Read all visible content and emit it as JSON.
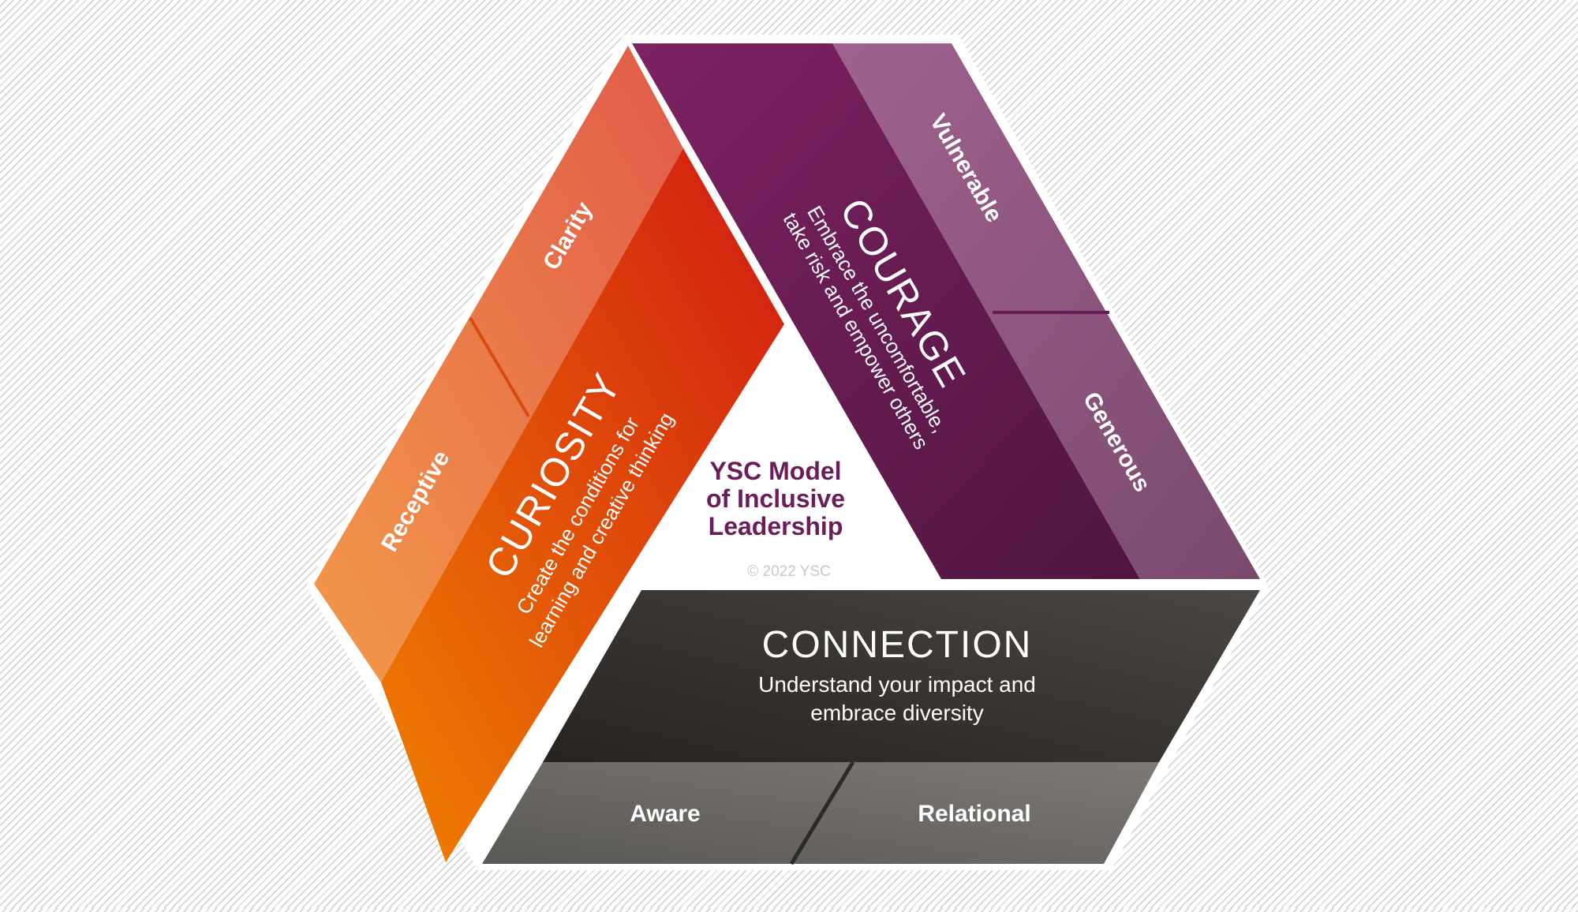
{
  "model": {
    "title_lines": [
      "YSC Model",
      "of Inclusive",
      "Leadership"
    ],
    "copyright": "© 2022 YSC",
    "title_color": "#6b1d5a"
  },
  "curiosity": {
    "title": "CURIOSITY",
    "desc_lines": [
      "Create the conditions for",
      "learning and creative thinking"
    ],
    "sub": [
      "Clarity",
      "Receptive"
    ],
    "colors": {
      "light": "#ec7a3c",
      "dark": "#e2491a"
    }
  },
  "courage": {
    "title": "COURAGE",
    "desc_lines": [
      "Embrace the uncomfortable,",
      "take risk and empower others"
    ],
    "sub": [
      "Vulnerable",
      "Generous"
    ],
    "colors": {
      "light": "#8e4a7e",
      "dark": "#6a1b55"
    }
  },
  "connection": {
    "title": "CONNECTION",
    "desc_lines": [
      "Understand your impact and",
      "embrace diversity"
    ],
    "sub": [
      "Aware",
      "Relational"
    ],
    "colors": {
      "light": "#6e6c69",
      "dark": "#363330"
    }
  }
}
